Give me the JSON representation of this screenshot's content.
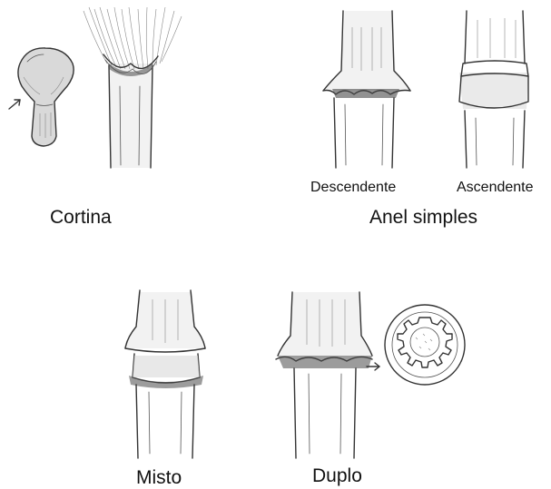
{
  "labels": {
    "cortina": "Cortina",
    "anel_simples": "Anel simples",
    "descendente": "Descendente",
    "ascendente": "Ascendente",
    "misto": "Misto",
    "duplo": "Duplo"
  }
}
